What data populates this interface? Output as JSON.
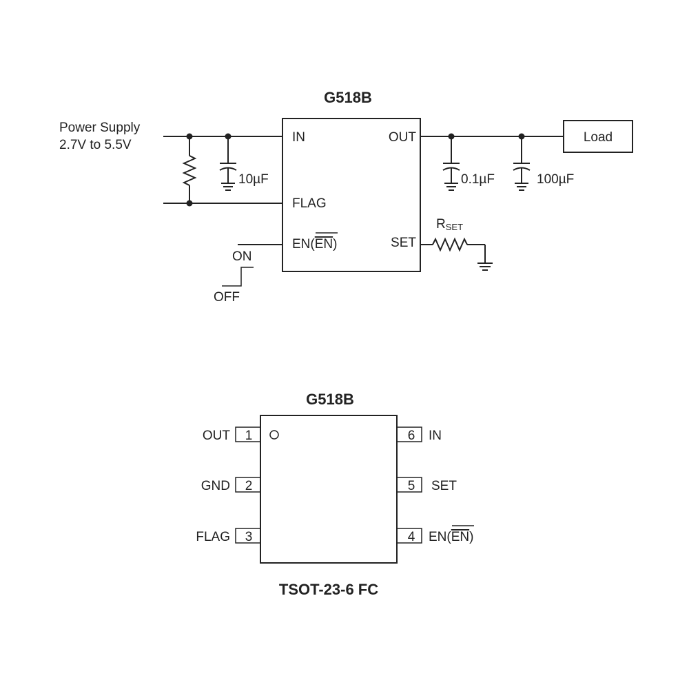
{
  "schematic": {
    "title": "G518B",
    "power_supply_line1": "Power Supply",
    "power_supply_line2": "2.7V to 5.5V",
    "pins": {
      "in": "IN",
      "out": "OUT",
      "flag": "FLAG",
      "en": "EN(",
      "en_bar": "EN",
      "en_close": ")",
      "set": "SET"
    },
    "cap_in": "10µF",
    "cap_out1": "0.1µF",
    "cap_out2": "100µF",
    "load": "Load",
    "rset_main": "R",
    "rset_sub": "SET",
    "on_label": "ON",
    "off_label": "OFF"
  },
  "package": {
    "title": "G518B",
    "name": "TSOT-23-6 FC",
    "left_pins": [
      {
        "num": "1",
        "name": "OUT"
      },
      {
        "num": "2",
        "name": "GND"
      },
      {
        "num": "3",
        "name": "FLAG"
      }
    ],
    "right_pins": [
      {
        "num": "6",
        "name": "IN"
      },
      {
        "num": "5",
        "name": "SET"
      },
      {
        "num": "4",
        "name": "EN(",
        "bar": "EN",
        "close": ")"
      }
    ]
  }
}
